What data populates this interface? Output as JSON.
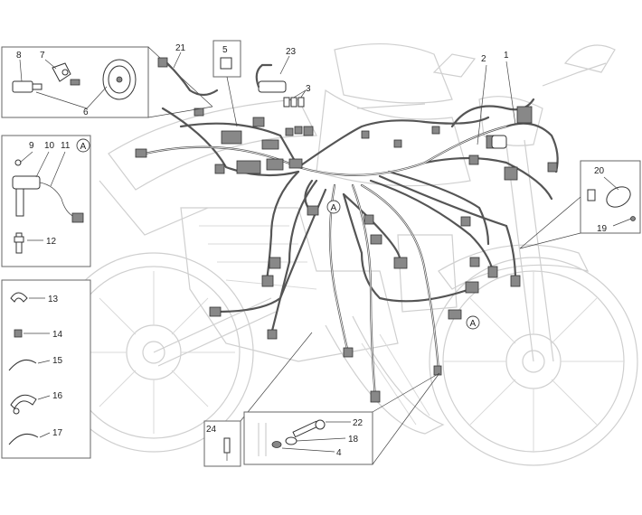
{
  "callouts": {
    "c1": "1",
    "c2": "2",
    "c3": "3",
    "c4": "4",
    "c5": "5",
    "c6": "6",
    "c7": "7",
    "c8": "8",
    "c9": "9",
    "c10": "10",
    "c11": "11",
    "c12": "12",
    "c13": "13",
    "c14": "14",
    "c15": "15",
    "c16": "16",
    "c17": "17",
    "c18": "18",
    "c19": "19",
    "c20": "20",
    "c21": "21",
    "c22": "22",
    "c23": "23",
    "c24": "24"
  },
  "markers": {
    "a1": "A",
    "a2": "A",
    "a3": "A"
  }
}
